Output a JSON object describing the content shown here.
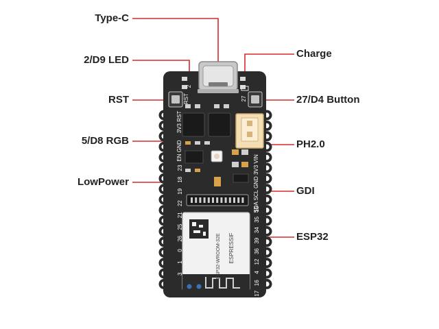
{
  "colors": {
    "leader": "#d62828",
    "board": "#2b2b2b",
    "module": "#f2f2f2",
    "connector": "#f3deb6"
  },
  "labels": {
    "type_c": "Type-C",
    "led_2_d9": "2/D9 LED",
    "charge": "Charge",
    "rst": "RST",
    "button_27_d4": "27/D4 Button",
    "rgb_5_d8": "5/D8 RGB",
    "ph20": "PH2.0",
    "lowpower": "LowPower",
    "gdi": "GDI",
    "esp32": "ESP32"
  },
  "silkscreen": {
    "top_left": "2",
    "top_right": "27",
    "rst": "RST",
    "left_header": "3V3 RST",
    "en_gnd": "EN GND",
    "left_pins": [
      "23",
      "18",
      "19",
      "22",
      "21",
      "25",
      "26",
      "0",
      "1",
      "3"
    ],
    "right_header": "SDA SCL GND 3V3 VIN",
    "right_pins": [
      "15",
      "35",
      "34",
      "39",
      "36",
      "12",
      "4",
      "16",
      "17"
    ],
    "module_brand": "ESPRESSIF",
    "module_model": "ESP32-WROOM-32E"
  }
}
